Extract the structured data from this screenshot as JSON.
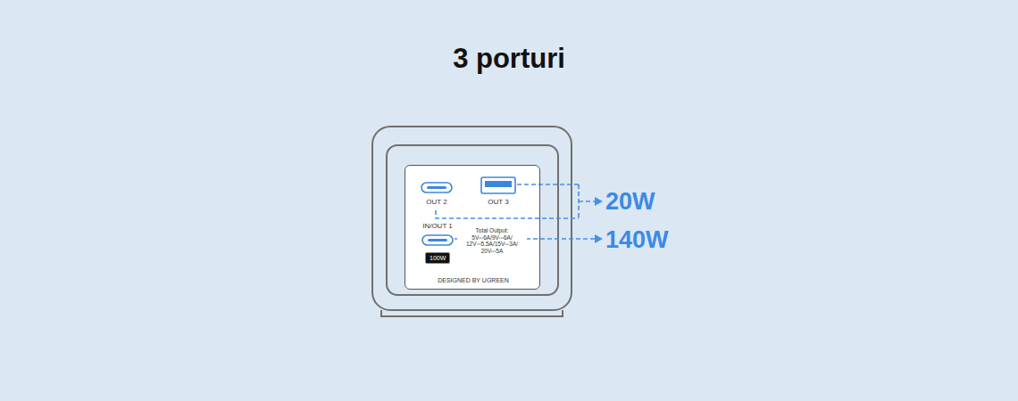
{
  "diagram": {
    "title": "3 porturi",
    "nodes": [
      {
        "text": [
          "DESIGNED BY UGREEN"
        ]
      },
      {
        "text": [
          "OUT 2"
        ],
        "in": 0
      },
      {
        "text": [
          "OUT 3"
        ],
        "in": 0
      },
      {
        "text": [
          "IN/OUT 1"
        ],
        "in": 0
      },
      {
        "text": [
          "100W"
        ],
        "in": 0
      }
    ],
    "labels": [
      "Total Output: 5V⎓6A/9V⎓6A/ 12V⎓5.5A/15V⎓3A/ 20V⎓5A",
      "20W",
      "140W"
    ]
  }
}
